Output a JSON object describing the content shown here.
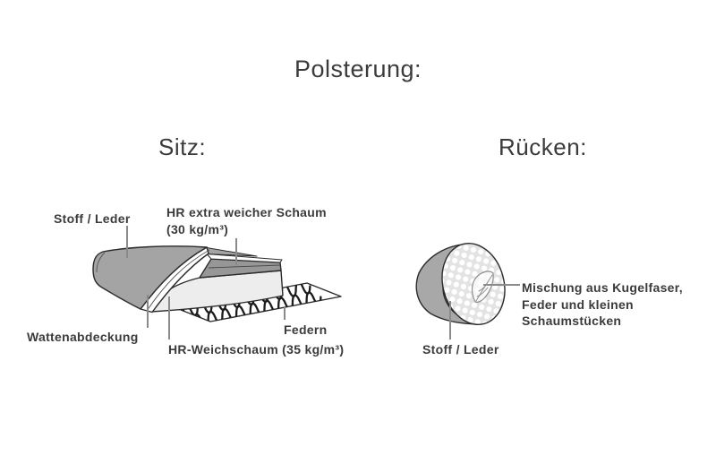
{
  "page": {
    "title": "Polsterung:"
  },
  "seat": {
    "heading": "Sitz:",
    "labels": {
      "cover": "Stoff / Leder",
      "foam_top_1": "HR extra weicher Schaum",
      "foam_top_2": "(30 kg/m³)",
      "wadding": "Wattenabdeckung",
      "soft_foam": "HR-Weichschaum (35 kg/m³)",
      "springs": "Federn"
    }
  },
  "back": {
    "heading": "Rücken:",
    "labels": {
      "filling_1": "Mischung aus Kugelfaser,",
      "filling_2": "Feder und kleinen",
      "filling_3": "Schaumstücken",
      "cover": "Stoff / Leder"
    },
    "icon": "feather-icon"
  },
  "colors": {
    "background": "#ffffff",
    "text": "#3b3b3b",
    "outline": "#2b2b2b",
    "leader": "#8a8a8a",
    "cover_gray": "#a4a4a4",
    "back_gray": "#a8a8a8",
    "foam_top_gray": "#979797",
    "foam_front": "#ededed",
    "sheet_white": "#ffffff",
    "dot_base": "#e3e3e3",
    "dot": "#ffffff",
    "spring_wire": "#1c1c1c"
  }
}
